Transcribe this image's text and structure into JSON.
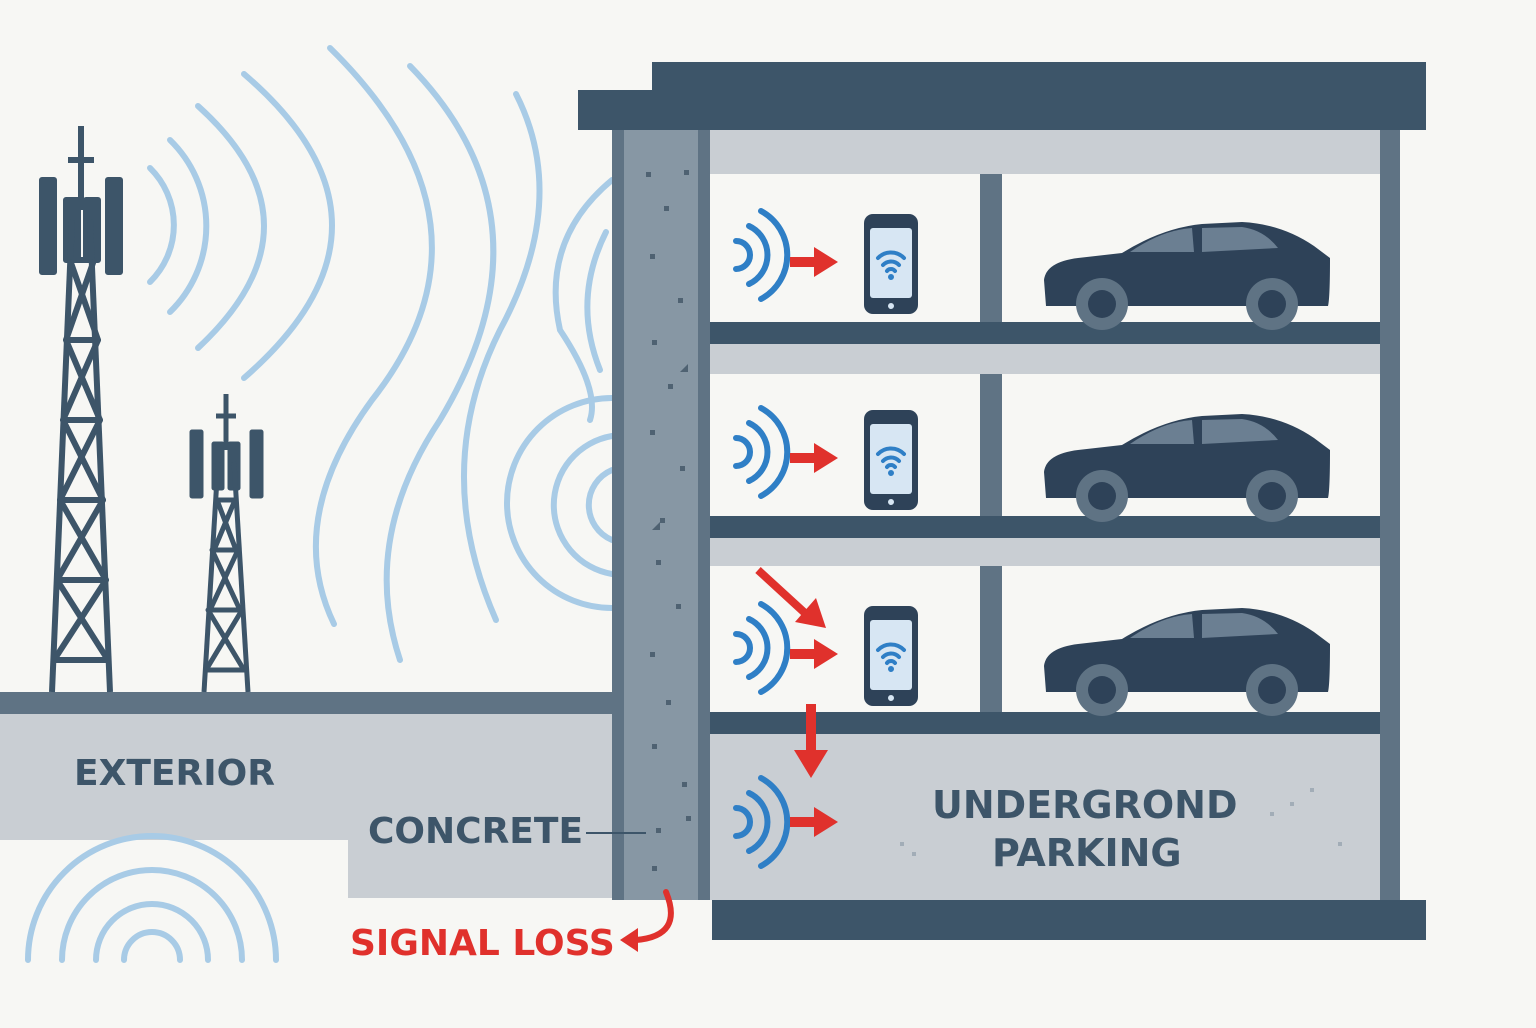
{
  "labels": {
    "exterior": "EXTERIOR",
    "concrete": "CONCRETE",
    "signal_loss": "SIGNAL LOSS",
    "underground_line1": "UNDERGROND",
    "underground_line2": "PARKING"
  },
  "colors": {
    "background": "#f7f7f4",
    "structure_dark": "#3d5569",
    "structure_mid": "#5f7384",
    "concrete_wall": "#8797a4",
    "slab_light": "#c9ced3",
    "signal_wave": "#a8cbe6",
    "signal_icon": "#2f7fc6",
    "alert_red": "#e0312c",
    "car_body": "#2e4258"
  },
  "icons": [
    "cell-tower-icon",
    "signal-wave-icon",
    "smartphone-icon",
    "car-icon",
    "arrow-right-icon"
  ]
}
